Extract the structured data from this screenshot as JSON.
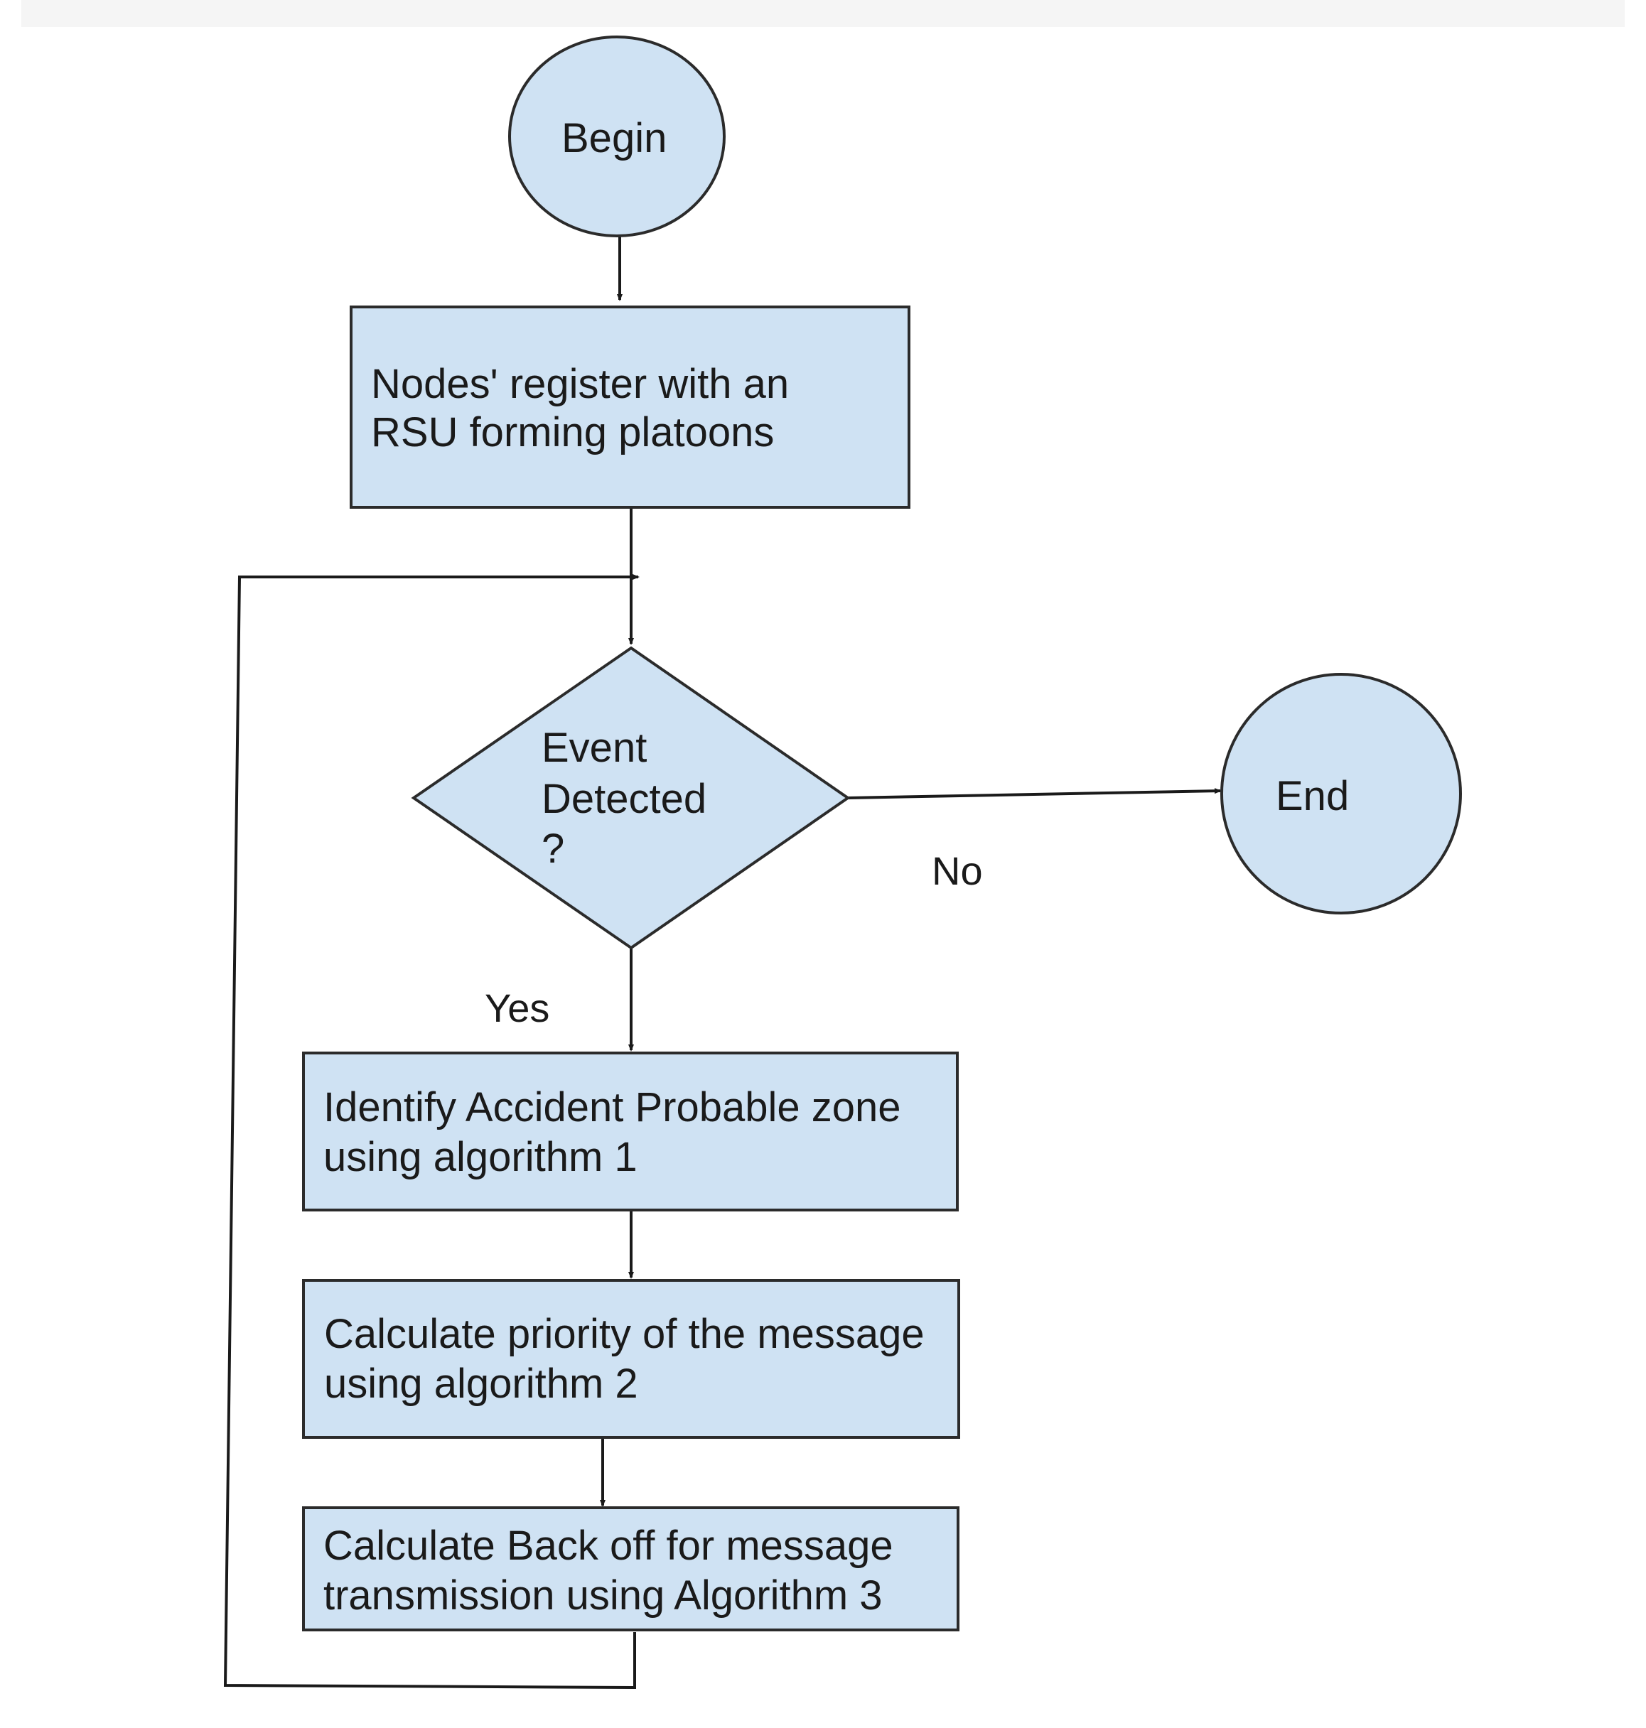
{
  "colors": {
    "node_fill": "#cfe2f3",
    "node_stroke": "#2b2b2b",
    "edge": "#1a1a1a",
    "text": "#1a1a1a",
    "background": "#ffffff",
    "top_band": "#f5f5f5"
  },
  "nodes": {
    "begin": {
      "label": "Begin"
    },
    "register": {
      "line1": "Nodes' register with an",
      "line2": "RSU forming platoons"
    },
    "decision": {
      "line1": "Event",
      "line2": "Detected",
      "line3": "?"
    },
    "end": {
      "label": "End"
    },
    "identify": {
      "line1": "Identify Accident Probable zone",
      "line2": "using algorithm 1"
    },
    "priority": {
      "line1": "Calculate priority of the message",
      "line2": "using algorithm 2"
    },
    "backoff": {
      "line1": "Calculate Back off for message",
      "line2": "transmission using Algorithm 3"
    }
  },
  "edge_labels": {
    "no": "No",
    "yes": "Yes"
  }
}
